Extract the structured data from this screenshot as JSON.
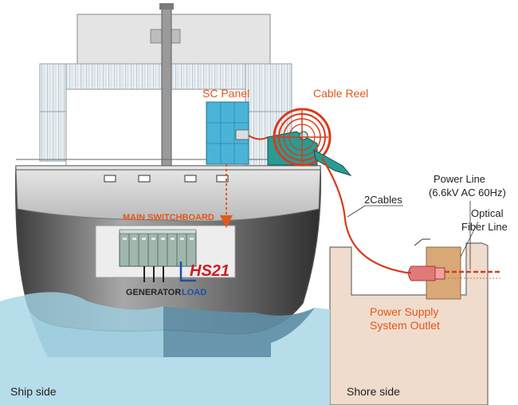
{
  "labels": {
    "sc_panel": "SC Panel",
    "cable_reel": "Cable Reel",
    "power_line_1": "Power Line",
    "power_line_2": "(6.6kV AC 60Hz)",
    "optical_1": "Optical",
    "optical_2": "Fiber Line",
    "two_cables": "2Cables",
    "main_switchboard": "MAIN SWITCHBOARD",
    "hs21": "HS21",
    "generator": "GENERATOR",
    "load": "LOAD",
    "outlet_1": "Power Supply",
    "outlet_2": "System Outlet",
    "ship_side": "Ship side",
    "shore_side": "Shore side"
  },
  "colors": {
    "accent_orange": "#e2581c",
    "panel_blue": "#49b4d8",
    "reel_green": "#2a9b93",
    "shore_fill": "#f0dccc",
    "water_light": "#b7dcea",
    "water_dark": "#5f8fa6",
    "hs21_red": "#cc1d25",
    "load_blue": "#1d4fa3",
    "cable_red": "#d93a1b"
  }
}
